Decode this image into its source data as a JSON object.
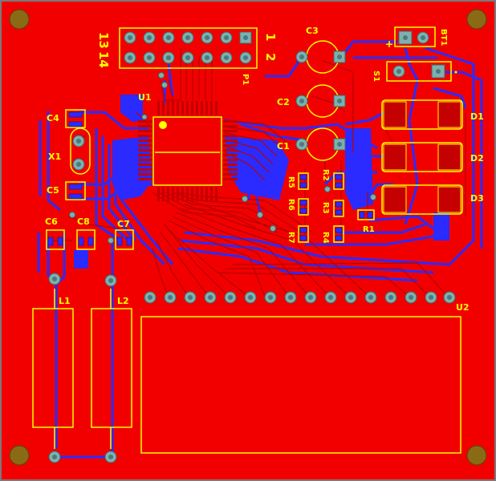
{
  "colors": {
    "copper_top": "#f20000",
    "copper_bottom": "#2b2bff",
    "silkscreen": "#ffff00",
    "pad": "#7fb0b0",
    "pad_hole": "#4a7a7a",
    "mount_hole": "#8a6a14",
    "outline": "#7a7a7a"
  },
  "labels": {
    "header_pin_13": "13",
    "header_pin_14": "14",
    "header_pin_1": "1",
    "header_pin_2": "2",
    "header_ref": "P1",
    "u1": "U1",
    "u2": "U2",
    "c1": "C1",
    "c2": "C2",
    "c3": "C3",
    "c4": "C4",
    "c5": "C5",
    "c6": "C6",
    "c7": "C7",
    "c8": "C8",
    "x1": "X1",
    "r1": "R1",
    "r2": "R2",
    "r3": "R3",
    "r4": "R4",
    "r5": "R5",
    "r6": "R6",
    "r7": "R7",
    "d1": "D1",
    "d2": "D2",
    "d3": "D3",
    "s1": "S1",
    "bt1": "BT1",
    "bt1_plus": "+",
    "l1": "L1",
    "l2": "L2"
  }
}
